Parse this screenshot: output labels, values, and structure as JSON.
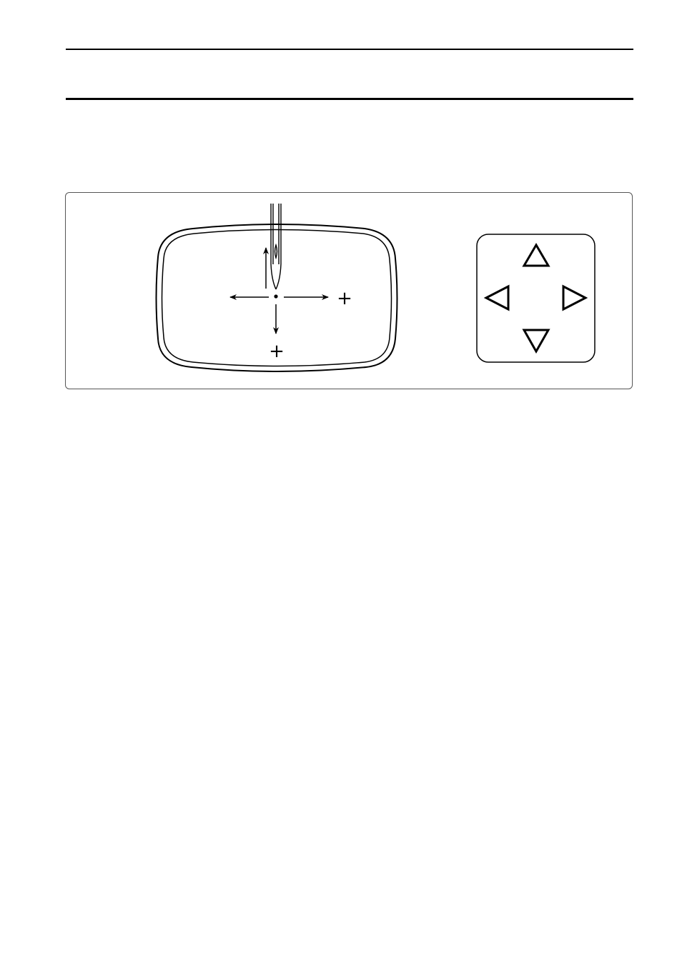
{
  "hoop_labels": {
    "x_positive": "+",
    "y_positive": "+"
  },
  "keypad": {
    "buttons": [
      {
        "name": "up-arrow-button",
        "icon": "triangle-up-icon"
      },
      {
        "name": "left-arrow-button",
        "icon": "triangle-left-icon"
      },
      {
        "name": "right-arrow-button",
        "icon": "triangle-right-icon"
      },
      {
        "name": "down-arrow-button",
        "icon": "triangle-down-icon"
      }
    ]
  },
  "colors": {
    "line": "#000000",
    "background": "#ffffff"
  }
}
